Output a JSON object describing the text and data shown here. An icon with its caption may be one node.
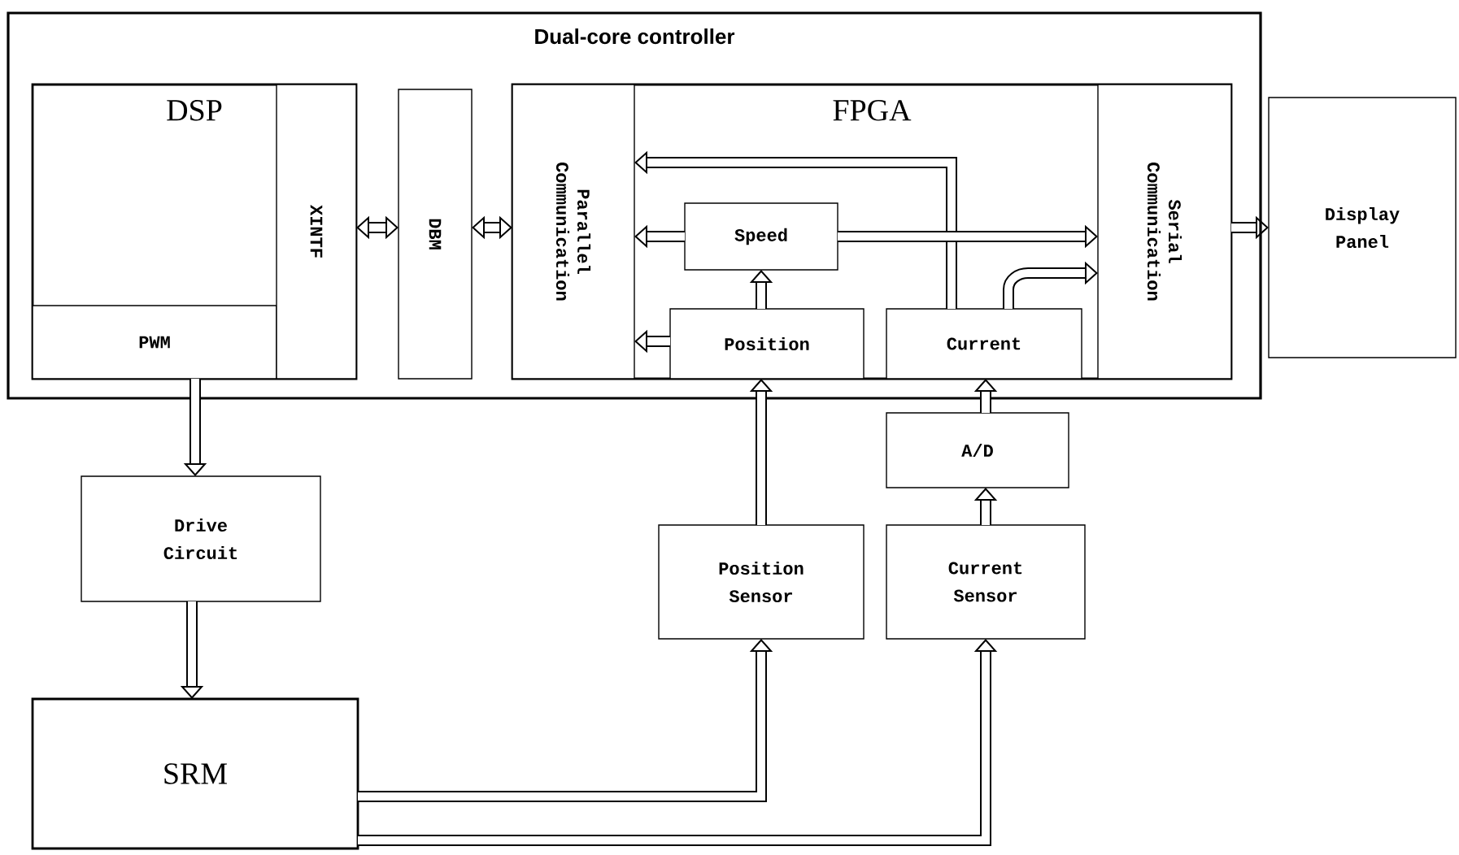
{
  "diagram": {
    "nodes": [
      {
        "text": [
          "Dual-core controller"
        ]
      },
      {
        "text": [
          "DSP"
        ],
        "in": 0
      },
      {
        "text": [
          "PWM"
        ],
        "in": 1
      },
      {
        "text": [
          "XINTF"
        ],
        "in": 1
      },
      {
        "text": [
          "DBM"
        ],
        "in": 0
      },
      {
        "text": [
          "FPGA"
        ],
        "in": 0
      },
      {
        "text": [
          "Parallel Communication"
        ],
        "in": 5
      },
      {
        "text": [
          "Speed"
        ],
        "in": 5
      },
      {
        "text": [
          "Position"
        ],
        "in": 5
      },
      {
        "text": [
          "Current"
        ],
        "in": 5
      },
      {
        "text": [
          "Serial Communication"
        ],
        "in": 5
      },
      {
        "text": [
          "Display Panel"
        ]
      },
      {
        "text": [
          "Drive Circuit"
        ]
      },
      {
        "text": [
          "A/D"
        ]
      },
      {
        "text": [
          "Position Sensor"
        ]
      },
      {
        "text": [
          "Current Sensor"
        ]
      },
      {
        "text": [
          "SRM"
        ]
      }
    ],
    "edges": [
      {
        "from": 3,
        "to": 4,
        "arrow": "both"
      },
      {
        "from": 4,
        "to": 6,
        "arrow": "both"
      },
      {
        "from": 9,
        "to": 6,
        "arrow": "to"
      },
      {
        "from": 7,
        "to": 6,
        "arrow": "to"
      },
      {
        "from": 8,
        "to": 6,
        "arrow": "to"
      },
      {
        "from": 8,
        "to": 7,
        "arrow": "to"
      },
      {
        "from": 7,
        "to": 10,
        "arrow": "to"
      },
      {
        "from": 9,
        "to": 10,
        "arrow": "to"
      },
      {
        "from": 10,
        "to": 11,
        "arrow": "to"
      },
      {
        "from": 2,
        "to": 12,
        "arrow": "to"
      },
      {
        "from": 12,
        "to": 16,
        "arrow": "to"
      },
      {
        "from": 16,
        "to": 14,
        "arrow": "to"
      },
      {
        "from": 16,
        "to": 15,
        "arrow": "to"
      },
      {
        "from": 14,
        "to": 8,
        "arrow": "to"
      },
      {
        "from": 15,
        "to": 13,
        "arrow": "to"
      },
      {
        "from": 13,
        "to": 9,
        "arrow": "to"
      }
    ]
  }
}
